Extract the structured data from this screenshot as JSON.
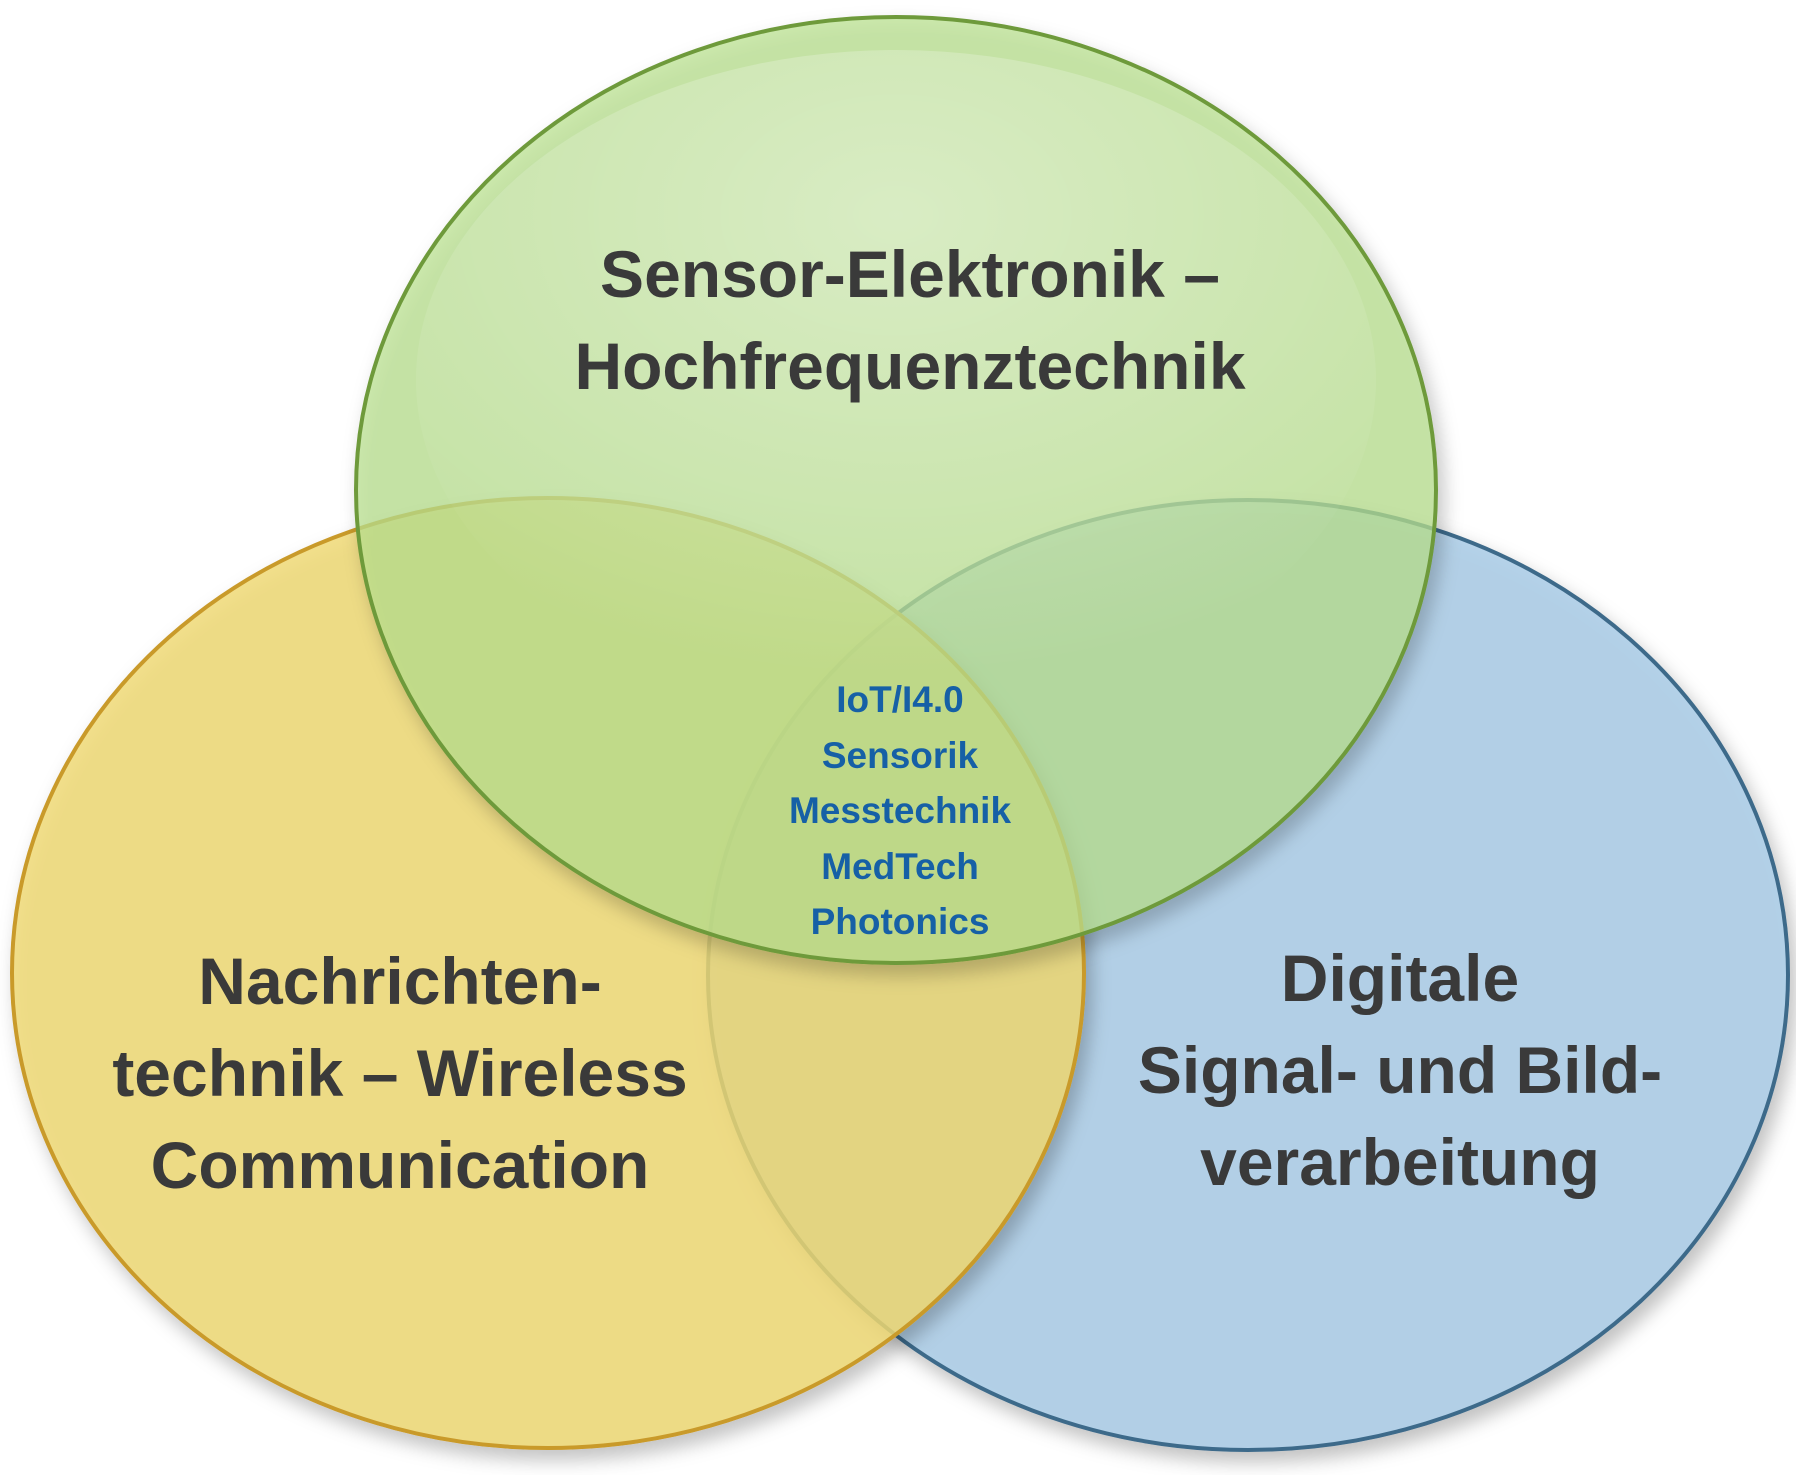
{
  "diagram": {
    "type": "venn",
    "sets": [
      {
        "key": "top",
        "lines": [
          "Sensor-Elektronik –",
          "Hochfrequenztechnik"
        ],
        "fill": "#b9e08f",
        "stroke": "#6e9a3a"
      },
      {
        "key": "left",
        "lines": [
          "Nachrichten-",
          "technik – Wireless",
          "Communication"
        ],
        "fill": "#efd974",
        "stroke": "#c99a2a"
      },
      {
        "key": "right",
        "lines": [
          "Digitale",
          "Signal- und Bild-",
          "verarbeitung"
        ],
        "fill": "#aacde8",
        "stroke": "#3e6a8a"
      }
    ],
    "intersection": {
      "lines": [
        "IoT/I4.0",
        "Sensorik",
        "Messtechnik",
        "MedTech",
        "Photonics"
      ],
      "color": "#1660a6"
    },
    "label_color": "#3a3a3a"
  }
}
